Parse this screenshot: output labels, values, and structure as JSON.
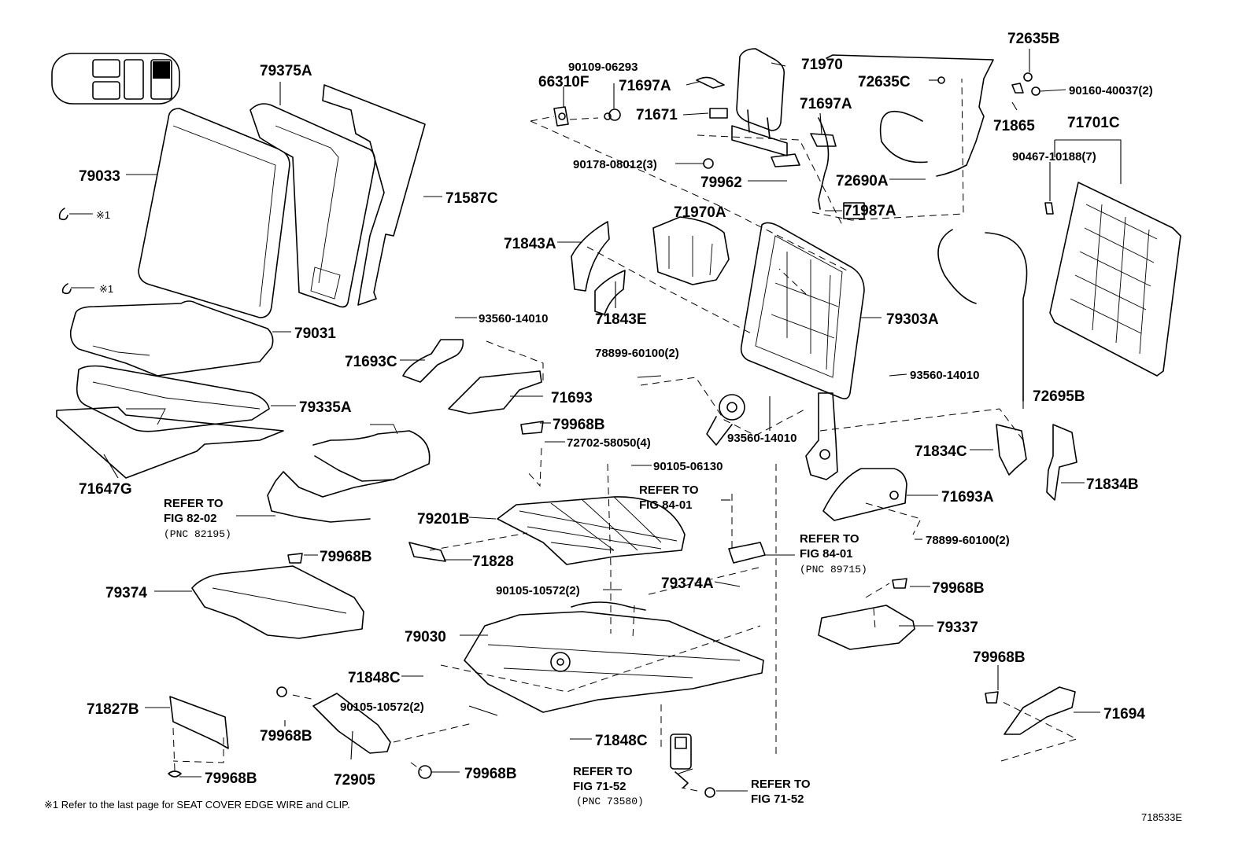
{
  "legend_icon": {
    "name": "seat-position-icon",
    "selected_position": "rear-right"
  },
  "labels": {
    "p79375A": "79375A",
    "p79033": "79033",
    "p71587C": "71587C",
    "star1a": "※1",
    "star1b": "※1",
    "p79031": "79031",
    "p79335A": "79335A",
    "p71647G": "71647G",
    "p90109_06293": "90109-06293",
    "p66310F": "66310F",
    "p71697A_1": "71697A",
    "p71970": "71970",
    "p71671": "71671",
    "p71697A_2": "71697A",
    "p90178_08012": "90178-08012(3)",
    "p79962": "79962",
    "p72635B": "72635B",
    "p72635C": "72635C",
    "p90160_40037": "90160-40037(2)",
    "p71865": "71865",
    "p71701C": "71701C",
    "p90467_10188": "90467-10188(7)",
    "p72690A": "72690A",
    "p71987A": "71987A",
    "p71970A": "71970A",
    "p71843A": "71843A",
    "p71843E": "71843E",
    "p79303A": "79303A",
    "p93560_14010_1": "93560-14010",
    "p71693C": "71693C",
    "p71693": "71693",
    "p79968B_1": "79968B",
    "p78899_60100_1": "78899-60100(2)",
    "p93560_14010_2": "93560-14010",
    "p93560_14010_3": "93560-14010",
    "p72695B": "72695B",
    "p72702_58050": "72702-58050(4)",
    "p90105_06130": "90105-06130",
    "p71834C": "71834C",
    "p71834B": "71834B",
    "p71693A": "71693A",
    "p79201B": "79201B",
    "p71828": "71828",
    "p78899_60100_2": "78899-60100(2)",
    "p79968B_2": "79968B",
    "p79374": "79374",
    "p90105_10572_1": "90105-10572(2)",
    "p79374A": "79374A",
    "p79968B_3": "79968B",
    "p79337": "79337",
    "p79030": "79030",
    "p71848C_1": "71848C",
    "p90105_10572_2": "90105-10572(2)",
    "p79968B_4": "79968B",
    "p71694": "71694",
    "p71827B": "71827B",
    "p79968B_5": "79968B",
    "p72905": "72905",
    "p71848C_2": "71848C",
    "p79968B_6": "79968B",
    "p79968B_7": "79968B"
  },
  "references": {
    "fig82_02": {
      "line1": "REFER TO",
      "line2": "FIG 82-02",
      "pnc": "(PNC 82195)"
    },
    "fig84_01_a": {
      "line1": "REFER TO",
      "line2": "FIG 84-01"
    },
    "fig84_01_b": {
      "line1": "REFER TO",
      "line2": "FIG 84-01",
      "pnc": "(PNC 89715)"
    },
    "fig71_52_a": {
      "line1": "REFER TO",
      "line2": "FIG 71-52",
      "pnc": "(PNC 73580)"
    },
    "fig71_52_b": {
      "line1": "REFER TO",
      "line2": "FIG 71-52"
    }
  },
  "footnote": "※1 Refer to the last page for SEAT COVER EDGE WIRE and CLIP.",
  "diagram_code": "718533E"
}
